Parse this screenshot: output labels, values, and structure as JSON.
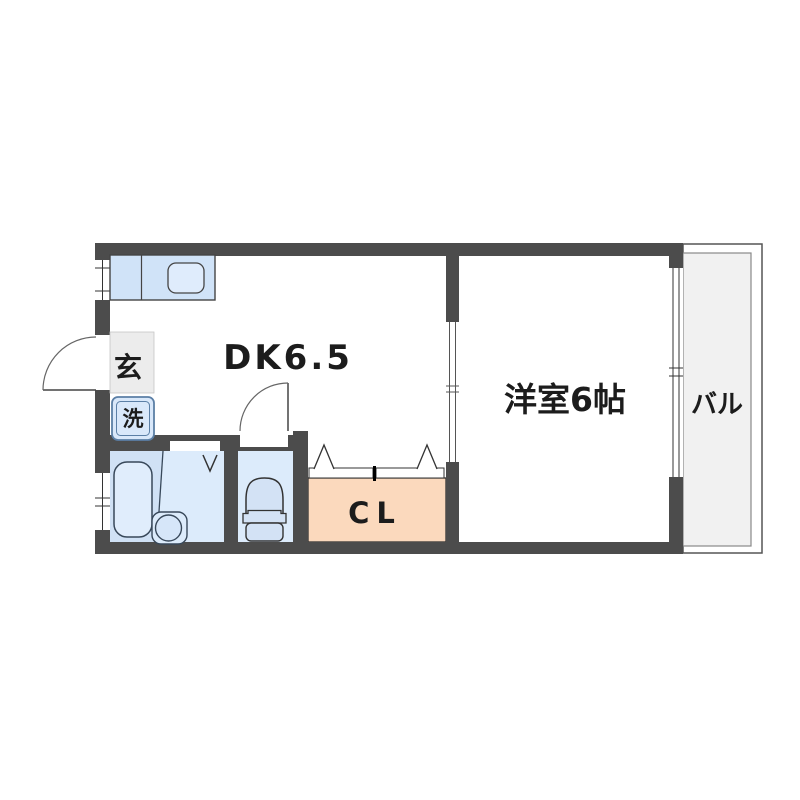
{
  "page": {
    "type": "apartment-floor-plan",
    "background": "#ffffff"
  },
  "rooms": {
    "dining_kitchen": {
      "label": "DK6.5"
    },
    "western_room": {
      "label": "洋室6帖"
    },
    "closet": {
      "label": "CL"
    },
    "balcony": {
      "label": "バル"
    },
    "entrance": {
      "label": "玄"
    },
    "laundry": {
      "label": "洗"
    }
  },
  "colors": {
    "wall": "#4c4c4c",
    "fixture_blue": "#d0e3f8",
    "fixture_blue_light": "#dfecfc",
    "room_blue": "#dcebfb",
    "bath_zone_blue": "#d0e1f5",
    "closet_peach": "#fbd9bd",
    "entrance_gray": "#ececec",
    "balcony_gray": "#f1f1f1",
    "outline": "#333333",
    "text": "#1c1c1c"
  }
}
